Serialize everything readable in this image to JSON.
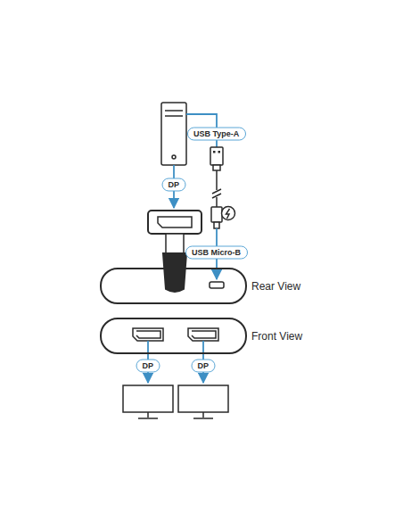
{
  "diagram": {
    "nodes": [
      {
        "text": [
          "USB Type-A"
        ]
      },
      {
        "text": [
          "DP"
        ]
      },
      {
        "text": [
          "USB Micro-B"
        ]
      },
      {
        "text": [
          "Rear View"
        ]
      },
      {
        "text": [
          "Front View"
        ]
      },
      {
        "text": [
          "DP"
        ]
      },
      {
        "text": [
          "DP"
        ]
      }
    ]
  }
}
